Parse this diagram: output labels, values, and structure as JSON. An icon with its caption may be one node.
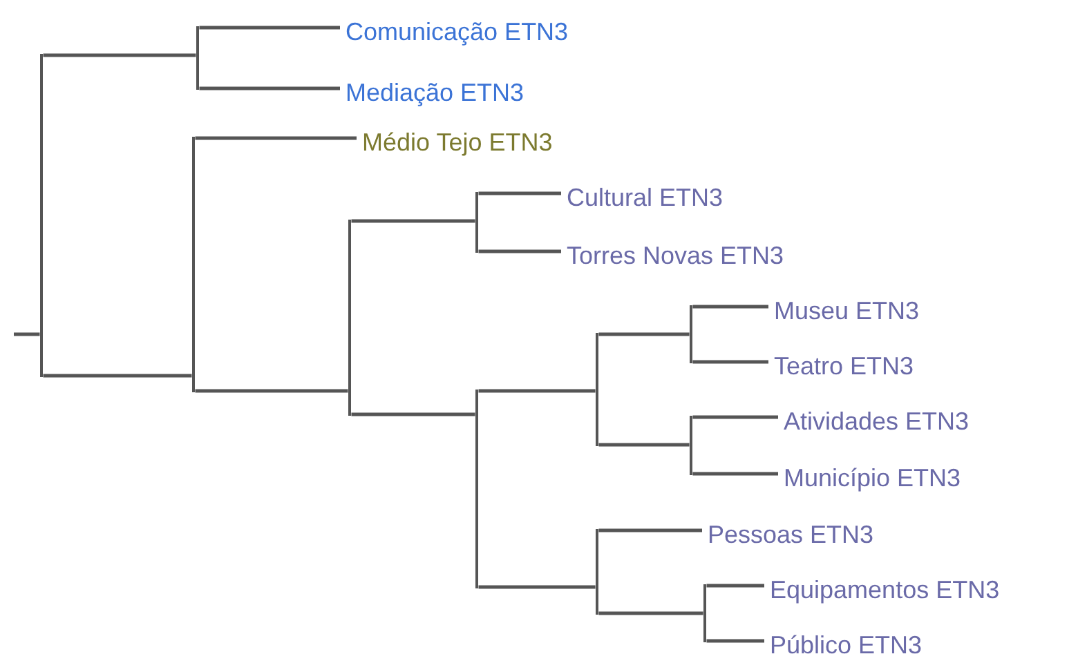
{
  "diagram": {
    "nodes": [
      {
        "text": [],
        "shape": "bar"
      },
      {
        "text": [],
        "shape": "bar"
      },
      {
        "text": [
          "Comunicação ETN3"
        ]
      },
      {
        "text": [
          "Mediação ETN3"
        ]
      },
      {
        "text": [],
        "shape": "bar"
      },
      {
        "text": [
          "Médio Tejo ETN3"
        ]
      },
      {
        "text": [],
        "shape": "bar"
      },
      {
        "text": [],
        "shape": "bar"
      },
      {
        "text": [
          "Cultural ETN3"
        ]
      },
      {
        "text": [
          "Torres Novas ETN3"
        ]
      },
      {
        "text": [],
        "shape": "bar"
      },
      {
        "text": [],
        "shape": "bar"
      },
      {
        "text": [],
        "shape": "bar"
      },
      {
        "text": [
          "Museu ETN3"
        ]
      },
      {
        "text": [
          "Teatro ETN3"
        ]
      },
      {
        "text": [],
        "shape": "bar"
      },
      {
        "text": [
          "Atividades ETN3"
        ]
      },
      {
        "text": [
          "Município ETN3"
        ]
      },
      {
        "text": [],
        "shape": "bar"
      },
      {
        "text": [
          "Pessoas ETN3"
        ]
      },
      {
        "text": [],
        "shape": "bar"
      },
      {
        "text": [
          "Equipamentos ETN3"
        ]
      },
      {
        "text": [
          "Público ETN3"
        ]
      }
    ],
    "edges": [
      {
        "from": null,
        "to": 0,
        "arrow": "none"
      },
      {
        "from": 0,
        "to": 1,
        "arrow": "none"
      },
      {
        "from": 0,
        "to": 4,
        "arrow": "none"
      },
      {
        "from": 1,
        "to": 2,
        "arrow": "none"
      },
      {
        "from": 1,
        "to": 3,
        "arrow": "none"
      },
      {
        "from": 4,
        "to": 5,
        "arrow": "none"
      },
      {
        "from": 4,
        "to": 6,
        "arrow": "none"
      },
      {
        "from": 6,
        "to": 7,
        "arrow": "none"
      },
      {
        "from": 6,
        "to": 10,
        "arrow": "none"
      },
      {
        "from": 7,
        "to": 8,
        "arrow": "none"
      },
      {
        "from": 7,
        "to": 9,
        "arrow": "none"
      },
      {
        "from": 10,
        "to": 11,
        "arrow": "none"
      },
      {
        "from": 10,
        "to": 18,
        "arrow": "none"
      },
      {
        "from": 11,
        "to": 12,
        "arrow": "none"
      },
      {
        "from": 11,
        "to": 15,
        "arrow": "none"
      },
      {
        "from": 12,
        "to": 13,
        "arrow": "none"
      },
      {
        "from": 12,
        "to": 14,
        "arrow": "none"
      },
      {
        "from": 15,
        "to": 16,
        "arrow": "none"
      },
      {
        "from": 15,
        "to": 17,
        "arrow": "none"
      },
      {
        "from": 18,
        "to": 19,
        "arrow": "none"
      },
      {
        "from": 18,
        "to": 20,
        "arrow": "none"
      },
      {
        "from": 20,
        "to": 21,
        "arrow": "none"
      },
      {
        "from": 20,
        "to": 22,
        "arrow": "none"
      }
    ]
  }
}
